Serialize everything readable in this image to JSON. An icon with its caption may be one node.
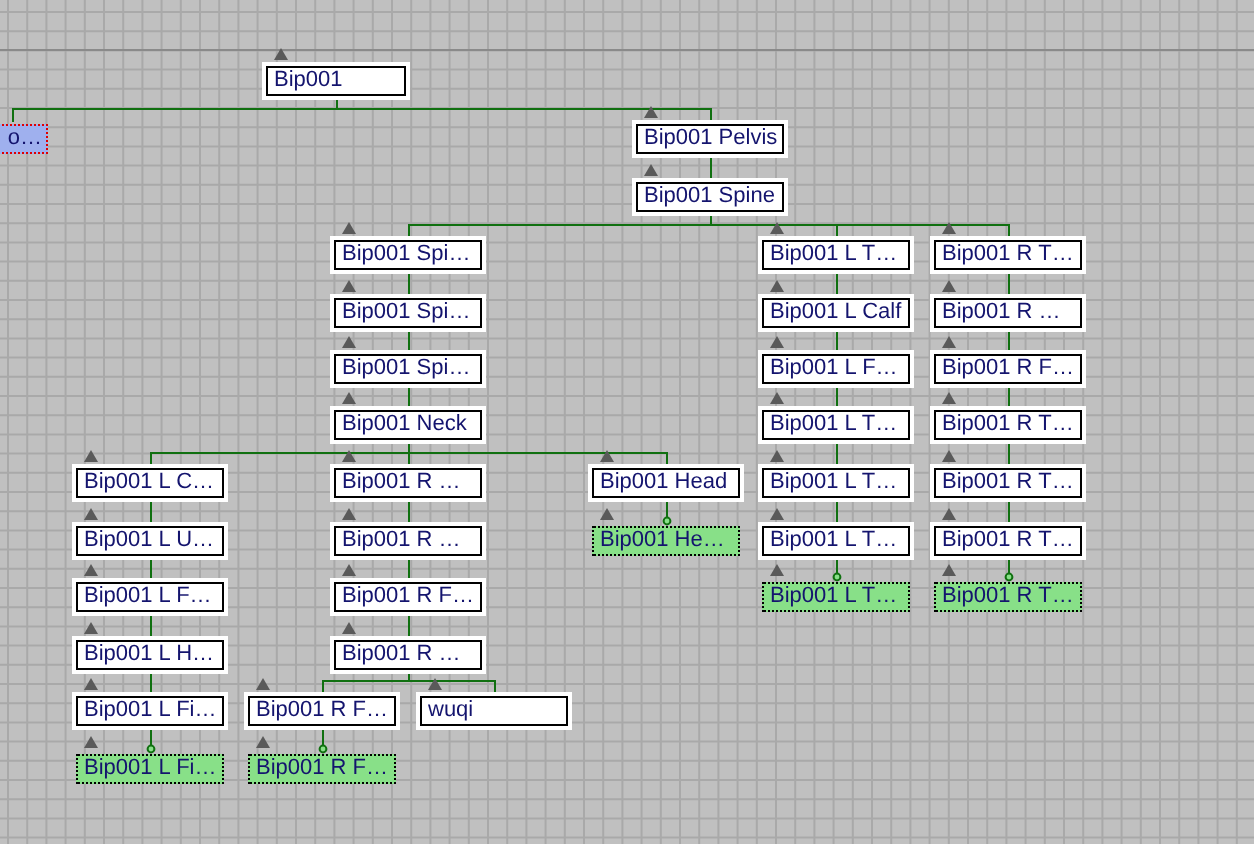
{
  "diagram": {
    "nodes": [
      {
        "text": [
          "Bip001"
        ]
      },
      {
        "text": [
          "o…"
        ]
      },
      {
        "text": [
          "Bip001 Pelvis"
        ]
      },
      {
        "text": [
          "Bip001 Spine"
        ]
      },
      {
        "text": [
          "Bip001 Spi…"
        ]
      },
      {
        "text": [
          "Bip001 L T…"
        ]
      },
      {
        "text": [
          "Bip001 R T…"
        ]
      },
      {
        "text": [
          "Bip001 Spi…"
        ]
      },
      {
        "text": [
          "Bip001 L Calf"
        ]
      },
      {
        "text": [
          "Bip001 R …"
        ]
      },
      {
        "text": [
          "Bip001 Spi…"
        ]
      },
      {
        "text": [
          "Bip001 L F…"
        ]
      },
      {
        "text": [
          "Bip001 R F…"
        ]
      },
      {
        "text": [
          "Bip001 Neck"
        ]
      },
      {
        "text": [
          "Bip001 L T…"
        ]
      },
      {
        "text": [
          "Bip001 R T…"
        ]
      },
      {
        "text": [
          "Bip001 L C…"
        ]
      },
      {
        "text": [
          "Bip001 R …"
        ]
      },
      {
        "text": [
          "Bip001 Head"
        ]
      },
      {
        "text": [
          "Bip001 L T…"
        ]
      },
      {
        "text": [
          "Bip001 R T…"
        ]
      },
      {
        "text": [
          "Bip001 L U…"
        ]
      },
      {
        "text": [
          "Bip001 R …"
        ]
      },
      {
        "text": [
          "Bip001 He…"
        ]
      },
      {
        "text": [
          "Bip001 L T…"
        ]
      },
      {
        "text": [
          "Bip001 R T…"
        ]
      },
      {
        "text": [
          "Bip001 L F…"
        ]
      },
      {
        "text": [
          "Bip001 R F…"
        ]
      },
      {
        "text": [
          "Bip001 L T…"
        ]
      },
      {
        "text": [
          "Bip001 R T…"
        ]
      },
      {
        "text": [
          "Bip001 L H…"
        ]
      },
      {
        "text": [
          "Bip001 R …"
        ]
      },
      {
        "text": [
          "Bip001 L Fi…"
        ]
      },
      {
        "text": [
          "Bip001 R F…"
        ]
      },
      {
        "text": [
          "wuqi"
        ]
      },
      {
        "text": [
          "Bip001 L Fi…"
        ]
      },
      {
        "text": [
          "Bip001 R F…"
        ]
      }
    ],
    "edges": [
      {
        "from": 0,
        "to": 1,
        "arrow": "none"
      },
      {
        "from": 0,
        "to": 2,
        "arrow": "other"
      },
      {
        "from": 2,
        "to": 3,
        "arrow": "other"
      },
      {
        "from": 3,
        "to": 4,
        "arrow": "other"
      },
      {
        "from": 3,
        "to": 5,
        "arrow": "other"
      },
      {
        "from": 3,
        "to": 6,
        "arrow": "other"
      },
      {
        "from": 4,
        "to": 7,
        "arrow": "other"
      },
      {
        "from": 7,
        "to": 10,
        "arrow": "other"
      },
      {
        "from": 10,
        "to": 13,
        "arrow": "other"
      },
      {
        "from": 13,
        "to": 16,
        "arrow": "other"
      },
      {
        "from": 13,
        "to": 17,
        "arrow": "other"
      },
      {
        "from": 13,
        "to": 18,
        "arrow": "other"
      },
      {
        "from": 16,
        "to": 21,
        "arrow": "other"
      },
      {
        "from": 21,
        "to": 26,
        "arrow": "other"
      },
      {
        "from": 26,
        "to": 30,
        "arrow": "other"
      },
      {
        "from": 30,
        "to": 32,
        "arrow": "other"
      },
      {
        "from": 32,
        "to": 35,
        "arrow": "other"
      },
      {
        "from": 17,
        "to": 22,
        "arrow": "other"
      },
      {
        "from": 22,
        "to": 27,
        "arrow": "other"
      },
      {
        "from": 27,
        "to": 31,
        "arrow": "other"
      },
      {
        "from": 31,
        "to": 33,
        "arrow": "other"
      },
      {
        "from": 31,
        "to": 34,
        "arrow": "other"
      },
      {
        "from": 33,
        "to": 36,
        "arrow": "other"
      },
      {
        "from": 18,
        "to": 23,
        "arrow": "other"
      },
      {
        "from": 5,
        "to": 8,
        "arrow": "other"
      },
      {
        "from": 8,
        "to": 11,
        "arrow": "other"
      },
      {
        "from": 11,
        "to": 14,
        "arrow": "other"
      },
      {
        "from": 14,
        "to": 19,
        "arrow": "other"
      },
      {
        "from": 19,
        "to": 24,
        "arrow": "other"
      },
      {
        "from": 24,
        "to": 28,
        "arrow": "other"
      },
      {
        "from": 6,
        "to": 9,
        "arrow": "other"
      },
      {
        "from": 9,
        "to": 12,
        "arrow": "other"
      },
      {
        "from": 12,
        "to": 15,
        "arrow": "other"
      },
      {
        "from": 15,
        "to": 20,
        "arrow": "other"
      },
      {
        "from": 20,
        "to": 25,
        "arrow": "other"
      },
      {
        "from": 25,
        "to": 29,
        "arrow": "other"
      }
    ]
  }
}
